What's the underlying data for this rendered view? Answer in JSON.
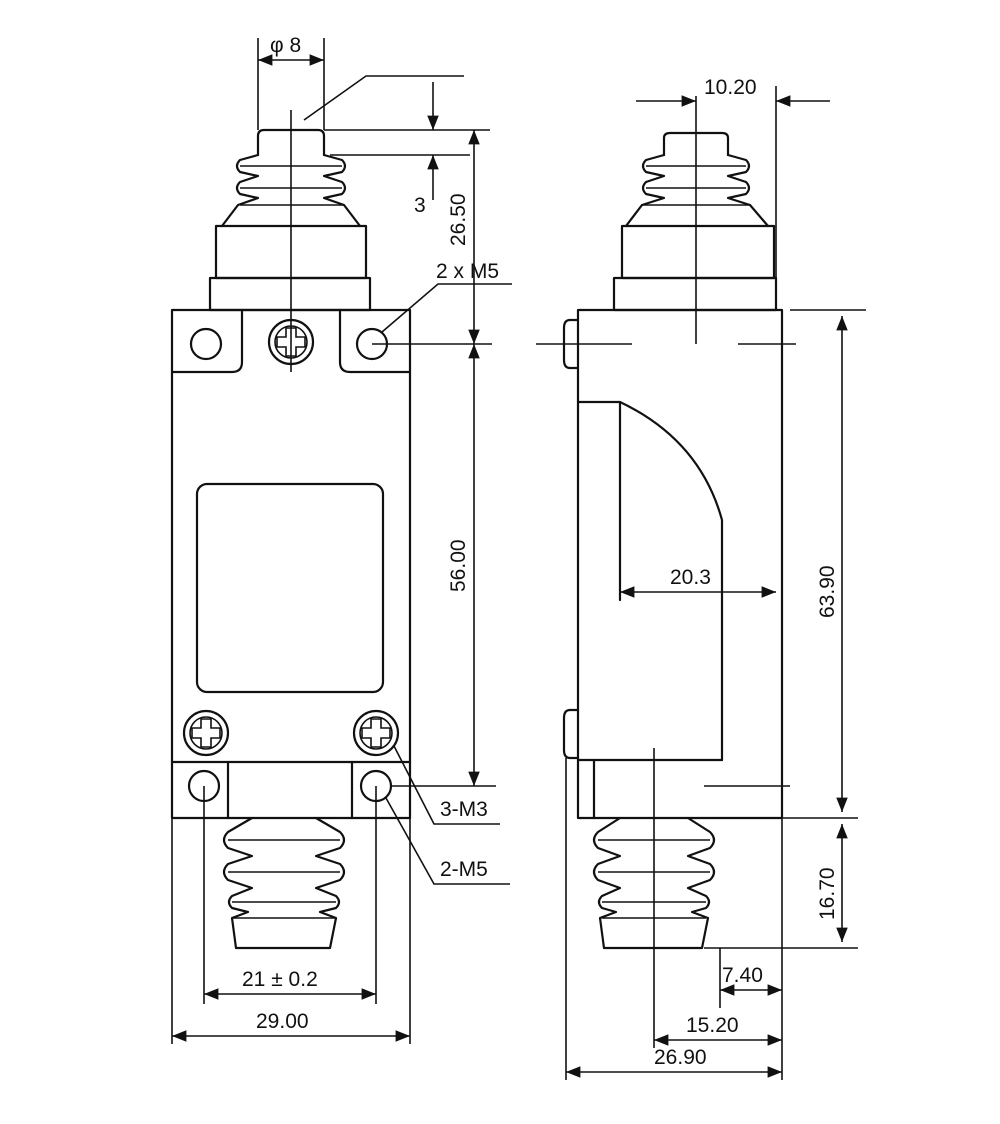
{
  "front_view": {
    "diameter_label": "φ 8",
    "stroke_label": "3",
    "height_top_label": "26.50",
    "thread_top_label": "2 x M5",
    "height_mount_label": "56.00",
    "thread_mid_label": "3-M3",
    "thread_bottom_label": "2-M5",
    "hole_spacing_label": "21 ± 0.2",
    "width_label": "29.00"
  },
  "side_view": {
    "plunger_width_label": "10.20",
    "inner_depth_label": "20.3",
    "body_height_label": "63.90",
    "bottom_height_label": "16.70",
    "bottom_offset_label": "7.40",
    "bottom_width_label": "15.20",
    "total_depth_label": "26.90"
  }
}
